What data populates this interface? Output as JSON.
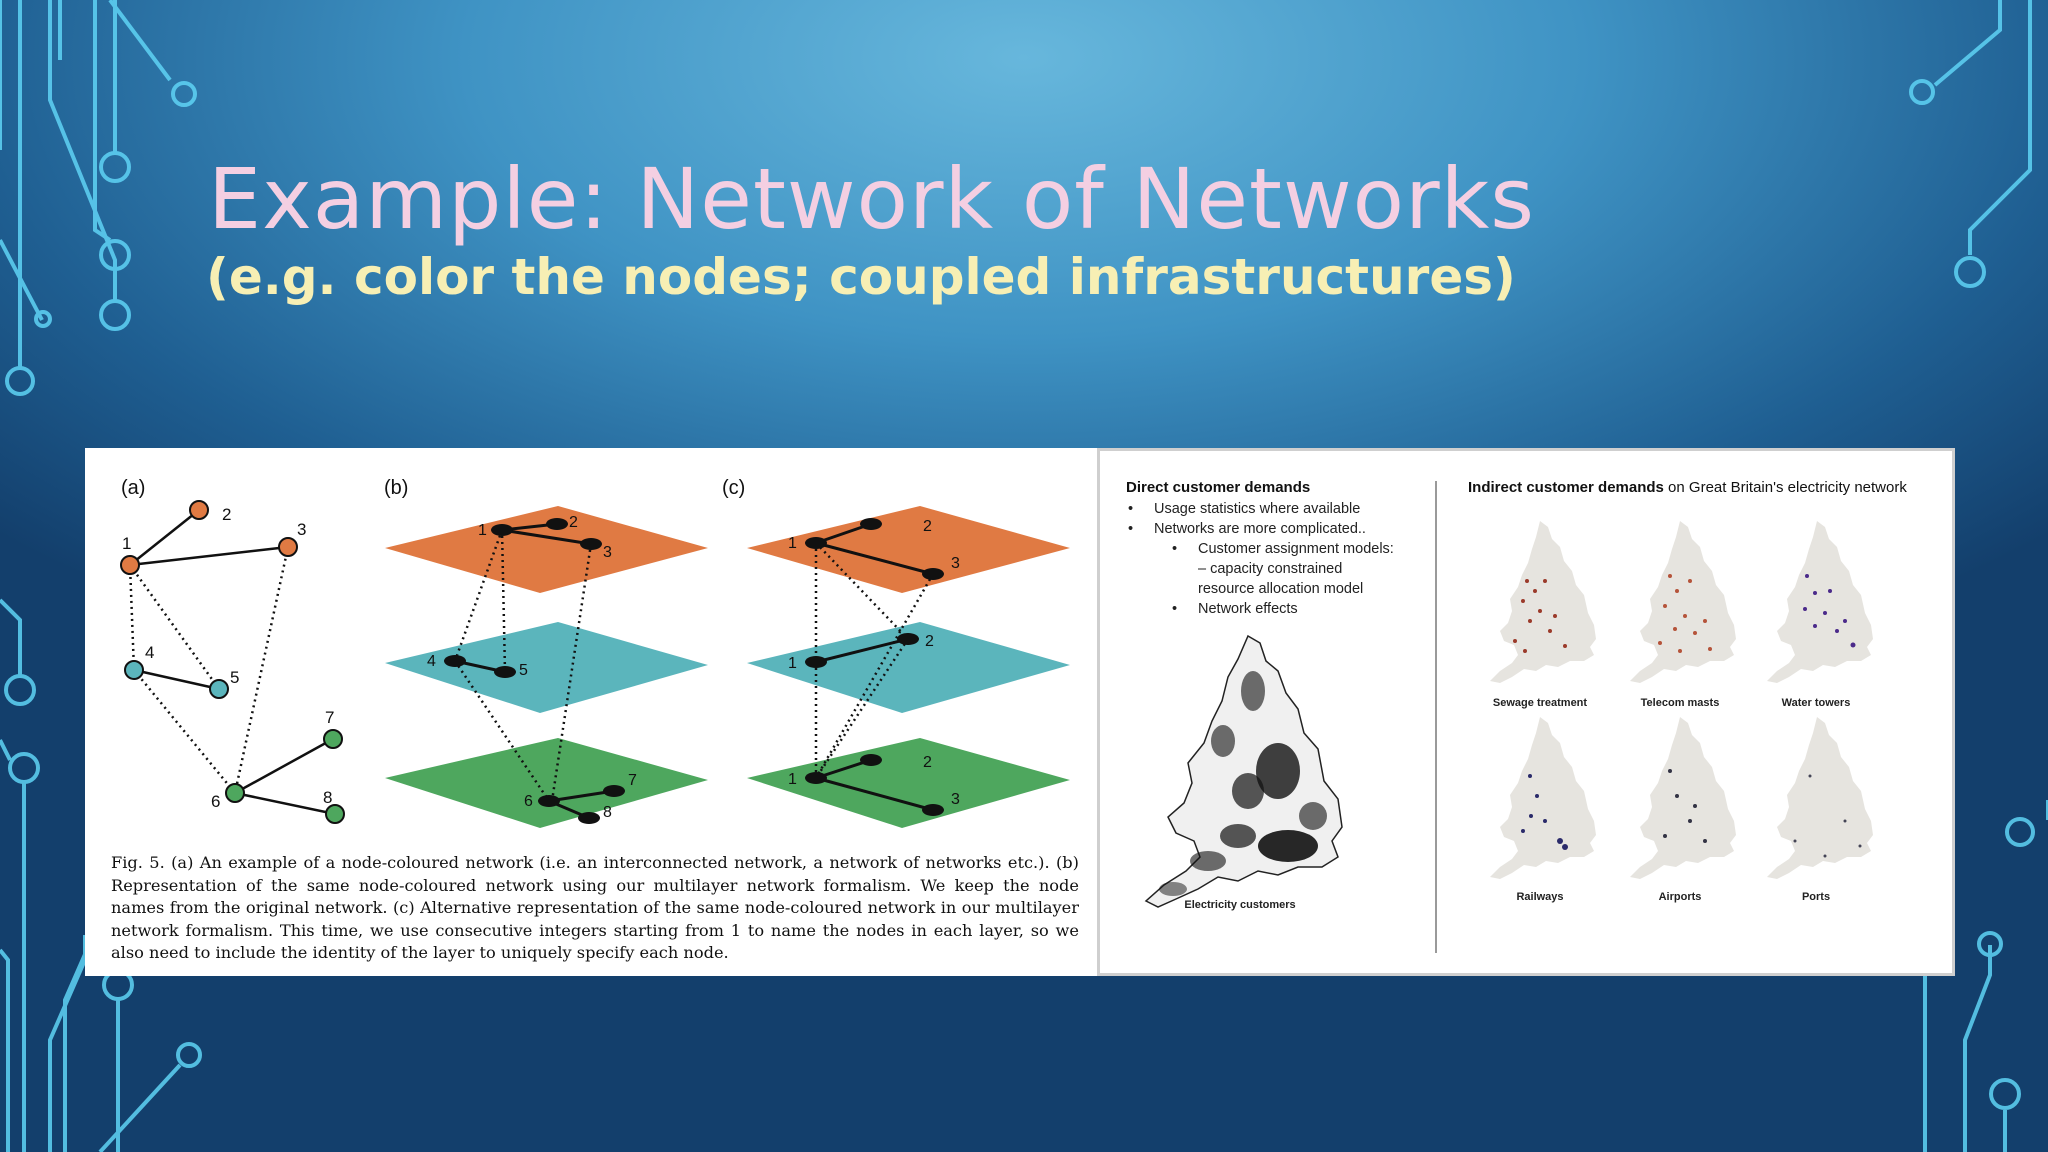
{
  "slide": {
    "title": "Example: Network of Networks",
    "subtitle": "(e.g. color the nodes; coupled infrastructures)",
    "colors": {
      "background_top": "#67b7dc",
      "background_bottom": "#133f6c",
      "title": "#f4cfe2",
      "subtitle": "#f7efb4",
      "circuit": "#5fd3f5"
    }
  },
  "figure": {
    "panel_labels": [
      "(a)",
      "(b)",
      "(c)"
    ],
    "colors": {
      "orange": "#e07a43",
      "teal": "#5bb5bc",
      "green": "#4ea75e"
    },
    "panel_a_nodes": [
      "1",
      "2",
      "3",
      "4",
      "5",
      "6",
      "7",
      "8"
    ],
    "panel_b_nodes": [
      "1",
      "2",
      "3",
      "4",
      "5",
      "6",
      "7",
      "8"
    ],
    "panel_c_nodes": [
      "1",
      "2",
      "3",
      "1",
      "2",
      "1",
      "2",
      "3"
    ],
    "caption": "Fig. 5. (a) An example of a node-coloured network (i.e. an interconnected network, a network of networks etc.). (b) Representation of the same node-coloured network using our multilayer network formalism. We keep the node names from the original network. (c) Alternative representation of the same node-coloured network in our multilayer network formalism. This time, we use consecutive integers starting from 1 to name the nodes in each layer, so we also need to include the identity of the layer to uniquely specify each node."
  },
  "maps": {
    "direct_heading": "Direct customer demands",
    "bullets": {
      "b1": "Usage statistics where available",
      "b2": "Networks are more complicated..",
      "b3": "Customer assignment models:",
      "b3_cont1": "– capacity constrained",
      "b3_cont2": "resource allocation model",
      "b4": "Network effects"
    },
    "electricity_label": "Electricity customers",
    "indirect_heading_bold": "Indirect customer demands",
    "indirect_heading_rest": " on Great Britain's electricity network",
    "small_maps": [
      "Sewage treatment",
      "Telecom masts",
      "Water towers",
      "Railways",
      "Airports",
      "Ports"
    ],
    "colors": {
      "map_fill": "#e6e4df",
      "sewage": "#9b3a2a",
      "telecom": "#b5533a",
      "water": "#4b2a8a",
      "railways": "#2a2a6a",
      "airports": "#333344",
      "ports": "#444455"
    }
  }
}
